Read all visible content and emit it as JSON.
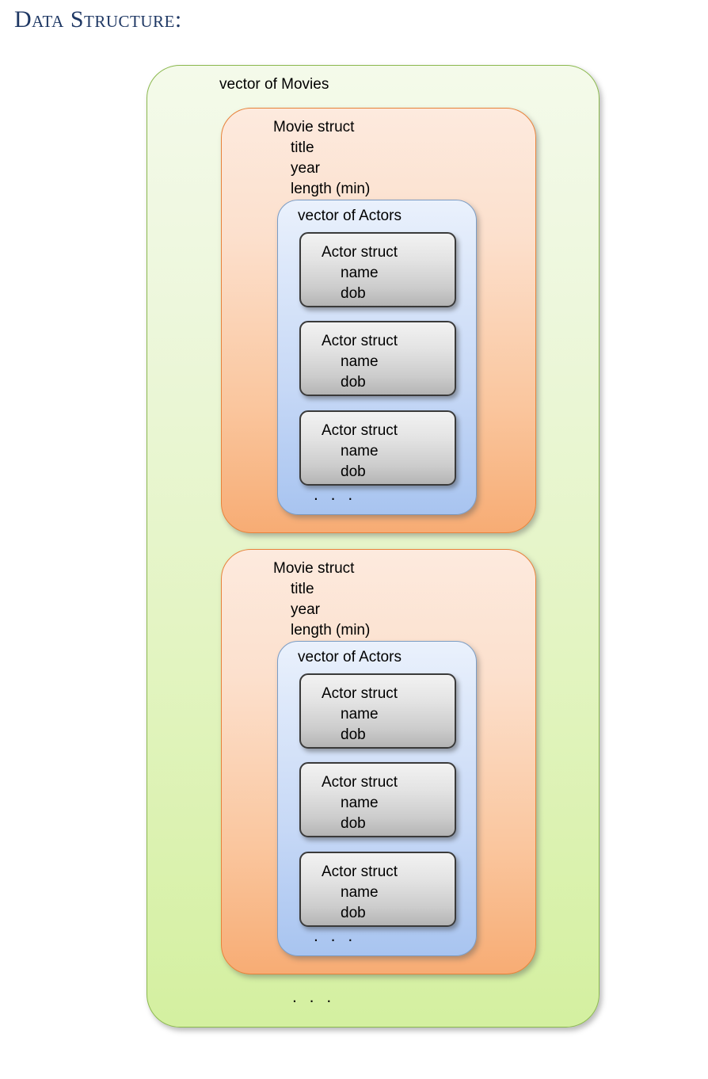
{
  "page": {
    "title": "Data Structure:"
  },
  "colors": {
    "title_text": "#1f3864",
    "green_border": "#8cb94f",
    "green_fill_top": "#f4faea",
    "green_fill_bottom": "#d4f0a0",
    "orange_border": "#e8823a",
    "orange_fill_top": "#fdeade",
    "orange_fill_bottom": "#f7ac74",
    "blue_border": "#7b9cc4",
    "blue_fill_top": "#eaf1fc",
    "blue_fill_bottom": "#a8c4f0",
    "grey_border": "#3a3a3a",
    "grey_fill_top": "#f2f2f2",
    "grey_fill_bottom": "#b4b4b4",
    "body_text": "#000000"
  },
  "diagram": {
    "outer_container": {
      "label": "vector of Movies",
      "ellipsis": ". . .",
      "movies": [
        {
          "header": "Movie struct",
          "fields": [
            "title",
            "year",
            "length (min)"
          ],
          "actors_container": {
            "label": "vector of Actors",
            "ellipsis": ". . .",
            "actors": [
              {
                "header": "Actor struct",
                "fields": [
                  "name",
                  "dob"
                ]
              },
              {
                "header": "Actor struct",
                "fields": [
                  "name",
                  "dob"
                ]
              },
              {
                "header": "Actor struct",
                "fields": [
                  "name",
                  "dob"
                ]
              }
            ]
          }
        },
        {
          "header": "Movie struct",
          "fields": [
            "title",
            "year",
            "length (min)"
          ],
          "actors_container": {
            "label": "vector of Actors",
            "ellipsis": ". . .",
            "actors": [
              {
                "header": "Actor struct",
                "fields": [
                  "name",
                  "dob"
                ]
              },
              {
                "header": "Actor struct",
                "fields": [
                  "name",
                  "dob"
                ]
              },
              {
                "header": "Actor struct",
                "fields": [
                  "name",
                  "dob"
                ]
              }
            ]
          }
        }
      ]
    }
  }
}
